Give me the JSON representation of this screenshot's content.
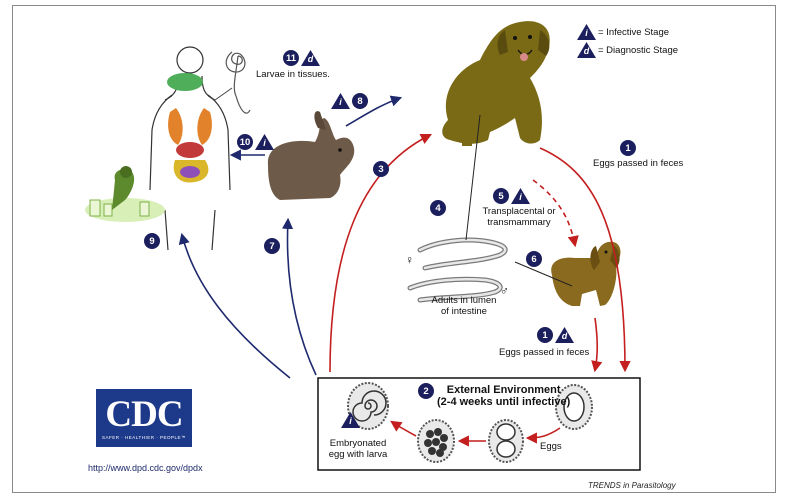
{
  "legend": {
    "infective_symbol": "i",
    "infective_label": "= Infective Stage",
    "diagnostic_symbol": "d",
    "diagnostic_label": "= Diagnostic Stage"
  },
  "steps": {
    "s1": {
      "number": "1",
      "label": "Eggs passed in feces"
    },
    "s1d": {
      "number": "1",
      "symbol": "d",
      "label": "Eggs passed in feces"
    },
    "s2": {
      "number": "2",
      "title_line1": "External Environment",
      "title_line2": "(2-4 weeks until infective)"
    },
    "s3": {
      "number": "3"
    },
    "s4": {
      "number": "4"
    },
    "s5": {
      "number": "5",
      "symbol": "i",
      "label_line1": "Transplacental or",
      "label_line2": "transmammary"
    },
    "s6": {
      "number": "6"
    },
    "s7": {
      "number": "7"
    },
    "s8": {
      "number": "8",
      "symbol": "i"
    },
    "s9": {
      "number": "9"
    },
    "s10": {
      "number": "10",
      "symbol": "i"
    },
    "s11": {
      "number": "11",
      "symbol": "d",
      "label": "Larvae in tissues."
    }
  },
  "labels": {
    "adults_line1": "Adults in lumen",
    "adults_line2": "of intestine",
    "female_symbol": "♀",
    "male_symbol": "♂",
    "eggs": "Eggs",
    "embryonated_line1": "Embryonated",
    "embryonated_line2": "egg with larva"
  },
  "cdc": {
    "logo_text": "CDC",
    "tagline": "SAFER · HEALTHIER · PEOPLE™",
    "url": "http://www.dpd.cdc.gov/dpdx"
  },
  "credit": "TRENDS in Parasitology",
  "colors": {
    "infection_arrow": "#c41f1f",
    "transmission_arrow": "#1f2a6e",
    "badge_fill": "#1c1f5e",
    "dog": "#7a6a16",
    "puppy": "#8a6a1e",
    "rabbit": "#6e5a48",
    "cdc_blue": "#1d3a8a"
  }
}
